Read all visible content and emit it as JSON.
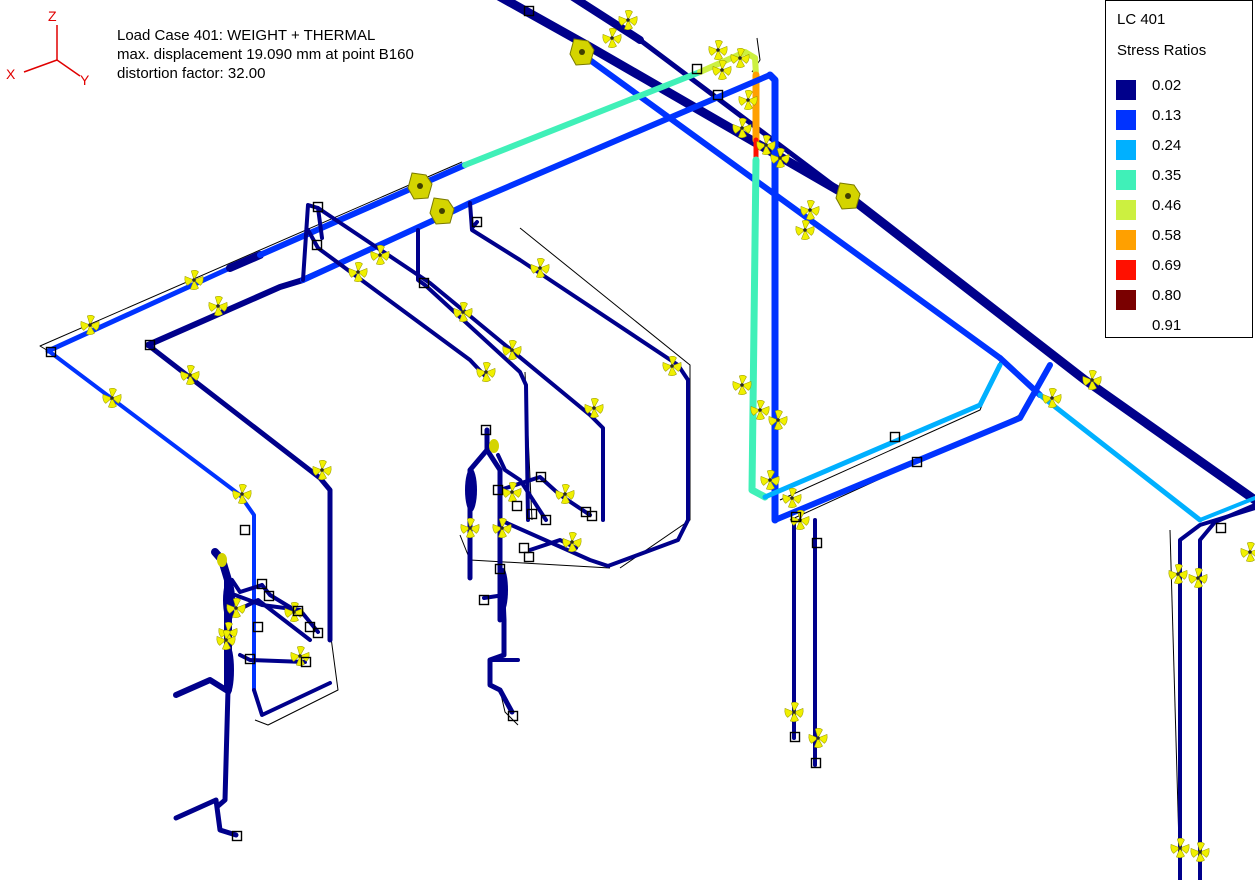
{
  "info": {
    "load_case": "Load Case 401: WEIGHT + THERMAL",
    "displacement": "max. displacement 19.090 mm at point B160",
    "distortion": "distortion factor: 32.00"
  },
  "axes": {
    "z": "Z",
    "x": "X",
    "y": "Y",
    "color": "#e00000"
  },
  "legend": {
    "title": "LC 401",
    "subtitle": "Stress Ratios",
    "entries": [
      {
        "value": "0.02",
        "color": "#00008b"
      },
      {
        "value": "0.13",
        "color": "#0033ff"
      },
      {
        "value": "0.24",
        "color": "#00b0ff"
      },
      {
        "value": "0.35",
        "color": "#40f0b8"
      },
      {
        "value": "0.46",
        "color": "#ccf040"
      },
      {
        "value": "0.58",
        "color": "#ffa000"
      },
      {
        "value": "0.69",
        "color": "#ff1000"
      },
      {
        "value": "0.80",
        "color": "#7a0000"
      }
    ],
    "last_label": "0.91"
  },
  "colors": {
    "support": "#f0f000",
    "anchor": "#d4d400",
    "node": "#000000",
    "ghost": "#000000"
  }
}
